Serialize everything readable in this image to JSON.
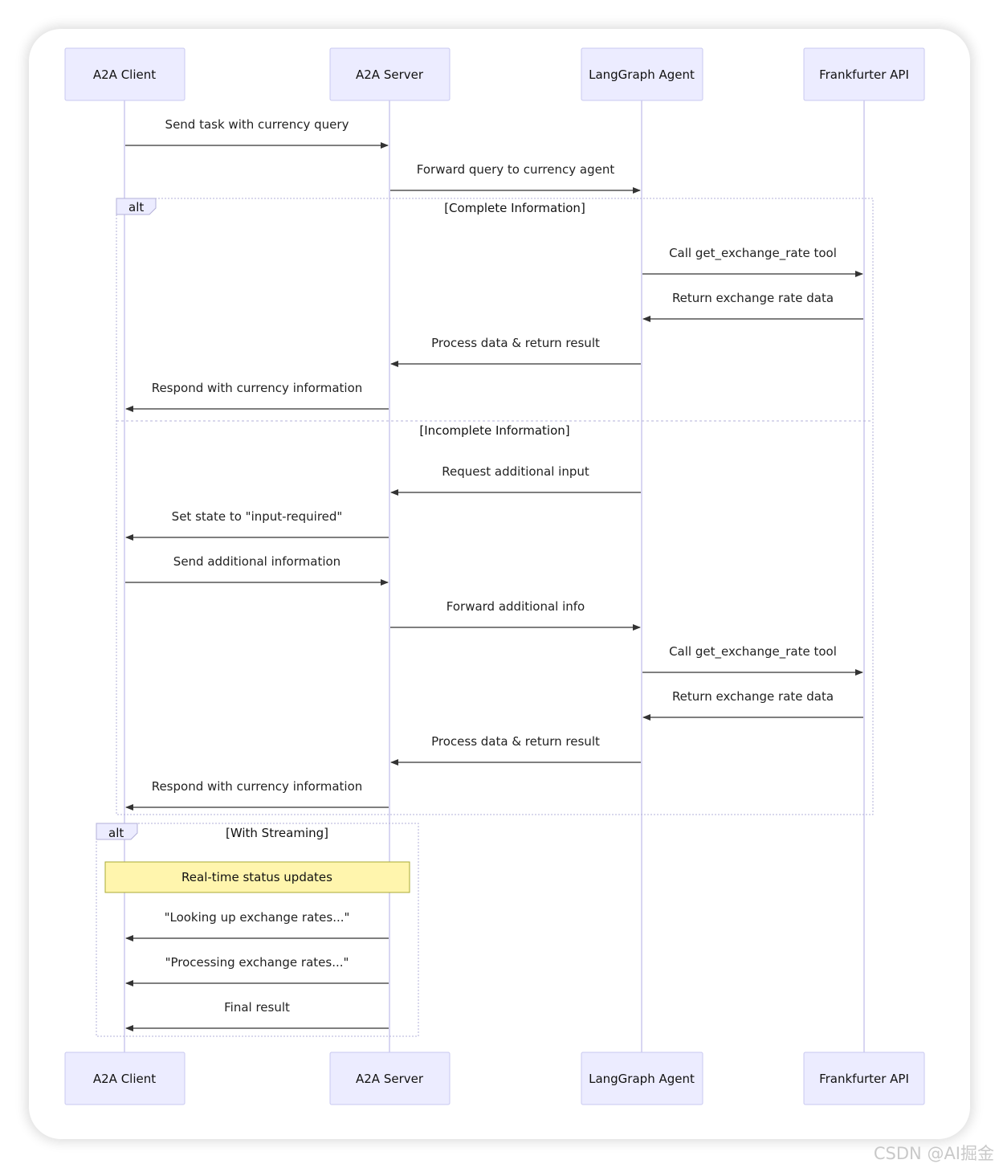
{
  "actors": [
    {
      "id": "client",
      "label": "A2A Client"
    },
    {
      "id": "server",
      "label": "A2A Server"
    },
    {
      "id": "agent",
      "label": "LangGraph Agent"
    },
    {
      "id": "api",
      "label": "Frankfurter API"
    }
  ],
  "messages": [
    {
      "from": "client",
      "to": "server",
      "label": "Send task with currency query"
    },
    {
      "from": "server",
      "to": "agent",
      "label": "Forward query to currency agent"
    },
    {
      "from": "agent",
      "to": "api",
      "label": "Call get_exchange_rate tool"
    },
    {
      "from": "api",
      "to": "agent",
      "label": "Return exchange rate data"
    },
    {
      "from": "agent",
      "to": "server",
      "label": "Process data & return result"
    },
    {
      "from": "server",
      "to": "client",
      "label": "Respond with currency information"
    },
    {
      "from": "agent",
      "to": "server",
      "label": "Request additional input"
    },
    {
      "from": "server",
      "to": "client",
      "label": "Set state to \"input-required\""
    },
    {
      "from": "client",
      "to": "server",
      "label": "Send additional information"
    },
    {
      "from": "server",
      "to": "agent",
      "label": "Forward additional info"
    },
    {
      "from": "agent",
      "to": "api",
      "label": "Call get_exchange_rate tool"
    },
    {
      "from": "api",
      "to": "agent",
      "label": "Return exchange rate data"
    },
    {
      "from": "agent",
      "to": "server",
      "label": "Process data & return result"
    },
    {
      "from": "server",
      "to": "client",
      "label": "Respond with currency information"
    },
    {
      "from": "server",
      "to": "client",
      "label": "\"Looking up exchange rates...\""
    },
    {
      "from": "server",
      "to": "client",
      "label": "\"Processing exchange rates...\""
    },
    {
      "from": "server",
      "to": "client",
      "label": "Final result"
    }
  ],
  "frames": [
    {
      "type": "alt",
      "conditions": [
        "[Complete Information]",
        "[Incomplete Information]"
      ]
    },
    {
      "type": "alt",
      "conditions": [
        "[With Streaming]"
      ]
    }
  ],
  "note": {
    "text": "Real-time status updates"
  },
  "watermark": "CSDN @AI掘金"
}
